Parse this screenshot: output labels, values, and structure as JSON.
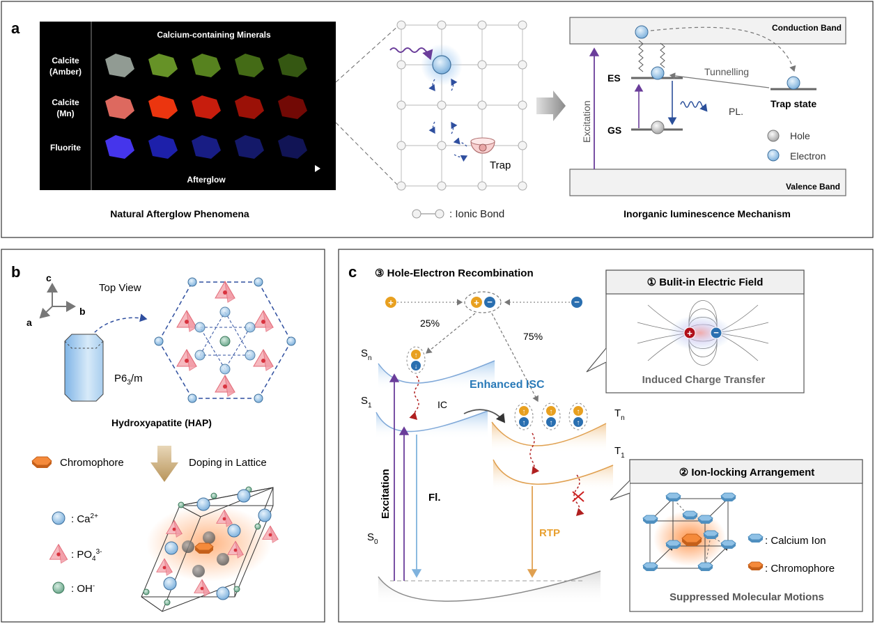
{
  "panel_a": {
    "letter": "a",
    "minerals": {
      "header": "Calcium-containing Minerals",
      "rows": [
        {
          "line1": "Calcite",
          "line2": "(Amber)",
          "color": "#b9bdb8",
          "fade": [
            "#9da8a0",
            "#6f9e2a",
            "#5e8d22",
            "#4a7418",
            "#3a5e14"
          ]
        },
        {
          "line1": "Calcite",
          "line2": "(Mn)",
          "color": "#e8574d",
          "fade": [
            "#f07267",
            "#ff3a10",
            "#d8200e",
            "#a81208",
            "#7c0a05"
          ]
        },
        {
          "line1": "Fluorite",
          "line2": "",
          "color": "#3f2cff",
          "fade": [
            "#4b39ff",
            "#1f23b8",
            "#1a208f",
            "#161b72",
            "#12165c"
          ]
        }
      ],
      "afterglow_label": "Afterglow"
    },
    "caption_left": "Natural Afterglow Phenomena",
    "lattice": {
      "trap_label": "Trap",
      "bond_legend": ": Ionic Bond"
    },
    "mechanism": {
      "conduction": "Conduction Band",
      "valence": "Valence Band",
      "excitation": "Excitation",
      "es": "ES",
      "gs": "GS",
      "tunnelling": "Tunnelling",
      "trap_state": "Trap state",
      "pl": "PL.",
      "hole": "Hole",
      "electron": "Electron"
    },
    "caption_right": "Inorganic luminescence Mechanism"
  },
  "panel_b": {
    "letter": "b",
    "axis_c": "c",
    "axis_b": "b",
    "axis_a": "a",
    "top_view": "Top View",
    "space_group": "P6",
    "space_group_sub": "3",
    "space_group_tail": "/m",
    "hap": "Hydroxyapatite (HAP)",
    "chromophore": "Chromophore",
    "doping": "Doping in Lattice",
    "ca_label": ": Ca",
    "ca_sup": "2+",
    "po4_label": ": PO",
    "po4_sub": "4",
    "po4_sup": "3-",
    "oh_label": ": OH",
    "oh_sup": "-"
  },
  "panel_c": {
    "letter": "c",
    "recombination": "③ Hole-Electron Recombination",
    "pct_singlet": "25%",
    "pct_triplet": "75%",
    "field_title": "① Bulit-in Electric Field",
    "field_caption": "Induced Charge Transfer",
    "lock_title": "② Ion-locking Arrangement",
    "lock_calcium": ": Calcium Ion",
    "lock_chromophore": ": Chromophore",
    "lock_caption": "Suppressed Molecular Motions",
    "sn": "S",
    "sn_sub": "n",
    "s1": "S",
    "s1_sub": "1",
    "s0": "S",
    "s0_sub": "0",
    "tn": "T",
    "tn_sub": "n",
    "t1": "T",
    "t1_sub": "1",
    "ic": "IC",
    "isc": "Enhanced  ISC",
    "excitation": "Excitation",
    "fl": "Fl.",
    "rtp": "RTP"
  },
  "colors": {
    "orange": "#e8a020",
    "blue_dark": "#2a6fb0",
    "purple": "#6a3d9a",
    "electron_fill": "#a9cdeb",
    "isc_text": "#2a7ab8",
    "rtp_text": "#e8a030"
  }
}
